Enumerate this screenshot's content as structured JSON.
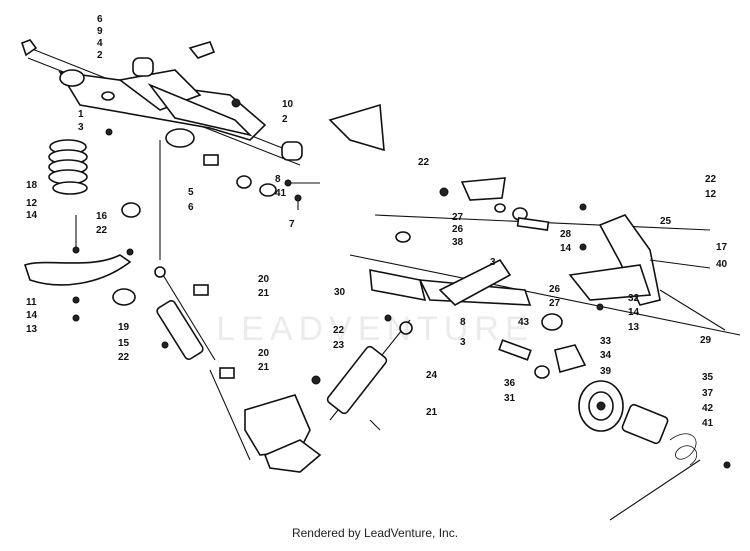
{
  "footer": {
    "text": "Rendered by LeadVenture, Inc."
  },
  "watermark": {
    "text": "LEADVENTURE"
  },
  "callouts": [
    "6",
    "9",
    "4",
    "2",
    "1",
    "3",
    "10",
    "2",
    "5",
    "6",
    "8",
    "41",
    "7",
    "18",
    "12",
    "14",
    "16",
    "22",
    "11",
    "14",
    "13",
    "19",
    "15",
    "22",
    "20",
    "21",
    "20",
    "21",
    "22",
    "27",
    "26",
    "38",
    "22",
    "12",
    "28",
    "14",
    "25",
    "17",
    "40",
    "3",
    "30",
    "26",
    "27",
    "43",
    "8",
    "3",
    "32",
    "14",
    "13",
    "29",
    "22",
    "23",
    "24",
    "33",
    "34",
    "39",
    "36",
    "31",
    "21",
    "35",
    "37",
    "42",
    "41"
  ]
}
